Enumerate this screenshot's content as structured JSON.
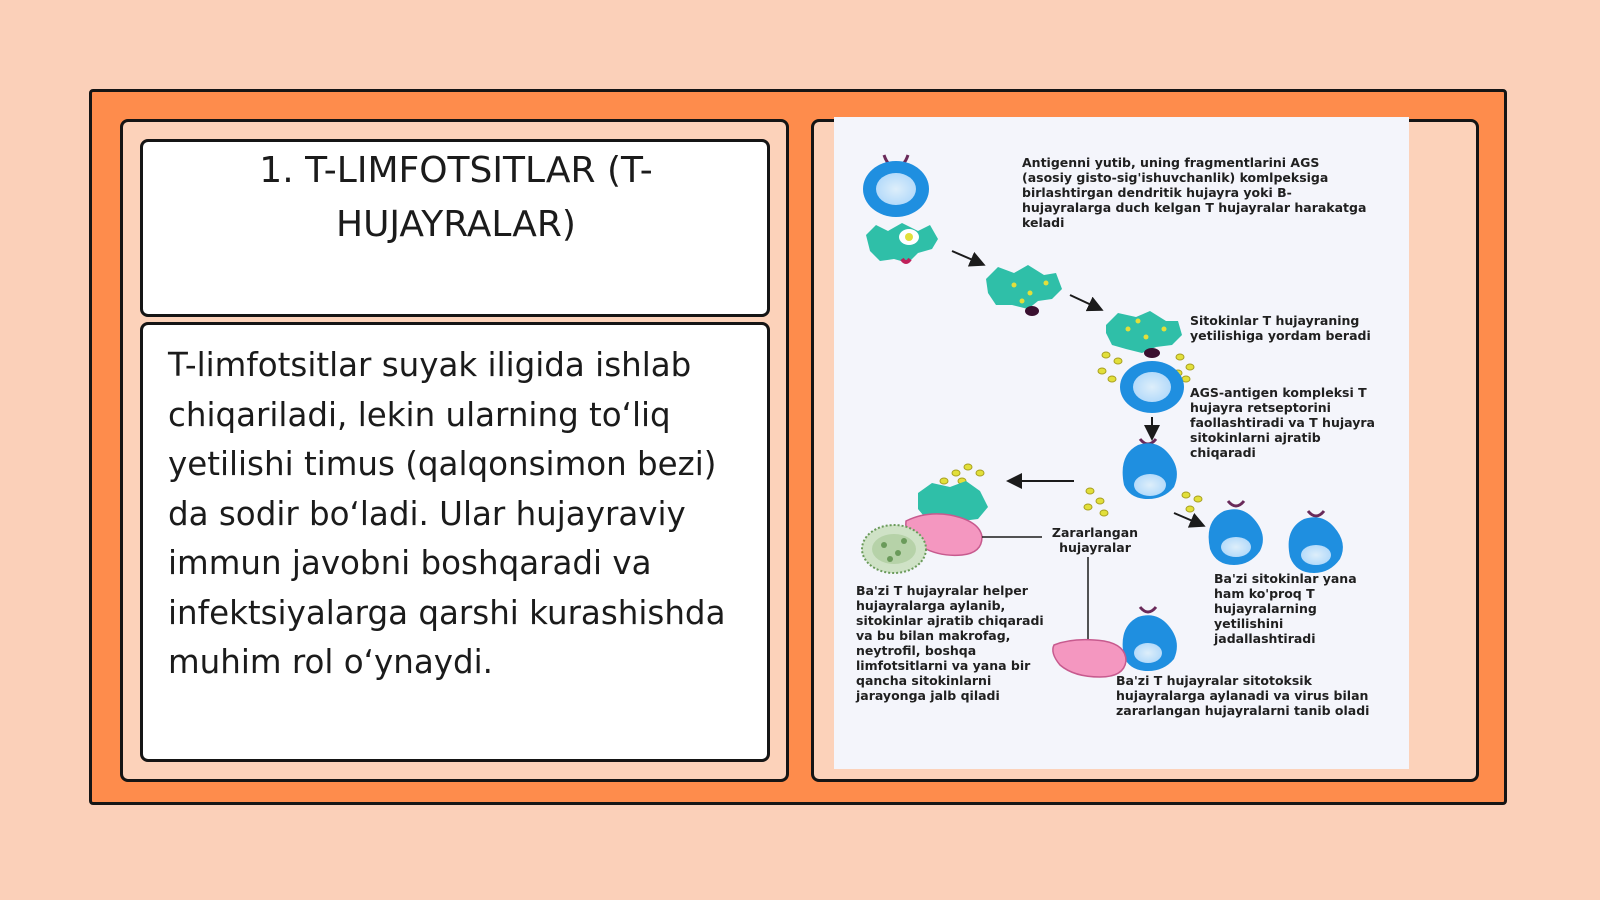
{
  "title": "1. T-LIMFOTSITLAR (T-HUJAYRALAR)",
  "body": "T-limfotsitlar suyak iligida ishlab chiqariladi, lekin ularning to‘liq yetilishi timus (qalqonsimon bezi) da sodir bo‘ladi. Ular hujayraviy immun javobni boshqaradi va infektsiyalarga qarshi kurashishda muhim rol o‘ynaydi.",
  "diagram": {
    "label_1": "Antigenni yutib, uning fragmentlarini AGS (asosiy gisto-sig'ishuvchanlik) komlpeksiga birlashtirgan dendritik hujayra yoki B-hujayralarga duch kelgan T hujayralar harakatga keladi",
    "label_2": "Sitokinlar T hujayraning yetilishiga yordam beradi",
    "label_3": "AGS-antigen kompleksi T hujayra retseptorini faollashtiradi va T hujayra sitokinlarni ajratib chiqaradi",
    "label_4": "Zararlangan hujayralar",
    "label_5": "Ba'zi sitokinlar yana ham ko'proq T hujayralarning yetilishini jadallashtiradi",
    "label_6": "Ba'zi T hujayralar helper hujayralarga aylanib, sitokinlar ajratib chiqaradi va bu bilan makrofag, neytrofil, boshqa limfotsitlarni va yana bir qancha sitokinlarni jarayonga jalb qiladi",
    "label_7": "Ba'zi T hujayralar sitotoksik hujayralarga aylanadi va virus bilan zararlangan hujayralarni tanib oladi"
  },
  "colors": {
    "background": "#fbd0b9",
    "frame": "#fe8c4c",
    "t_cell": "#1f8fe0",
    "dendritic_cell": "#2fbfa8",
    "damaged_cell": "#f497c0",
    "cytokine": "#e2df3a"
  }
}
